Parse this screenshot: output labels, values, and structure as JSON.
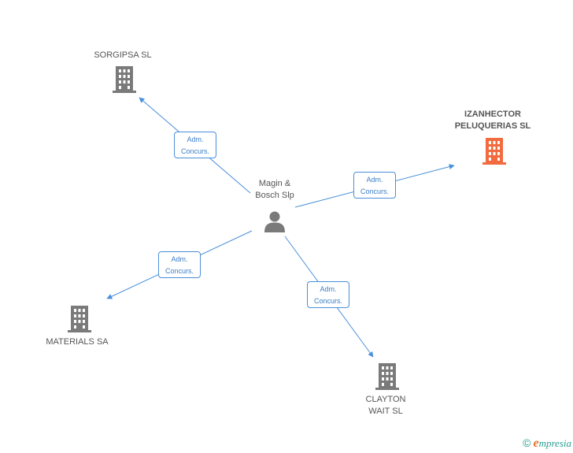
{
  "colors": {
    "edge": "#4a8fd9",
    "building": "#7a7a7a",
    "building_highlight": "#f26a3d",
    "person": "#7a7a7a"
  },
  "center": {
    "name_line1": "Magin &",
    "name_line2": "Bosch Slp",
    "icon": "person-icon"
  },
  "companies": [
    {
      "id": "sorgipsa",
      "name_line1": "SORGIPSA SL",
      "name_line2": "",
      "icon": "building-icon",
      "highlight": false
    },
    {
      "id": "izanhector",
      "name_line1": "IZANHECTOR",
      "name_line2": "PELUQUERIAS SL",
      "icon": "building-icon",
      "highlight": true
    },
    {
      "id": "materials",
      "name_line1": "MATERIALS SA",
      "name_line2": "",
      "icon": "building-icon",
      "highlight": false
    },
    {
      "id": "clayton",
      "name_line1": "CLAYTON",
      "name_line2": "WAIT SL",
      "icon": "building-icon",
      "highlight": false
    }
  ],
  "edges": [
    {
      "to": "sorgipsa",
      "role_line1": "Adm.",
      "role_line2": "Concurs."
    },
    {
      "to": "izanhector",
      "role_line1": "Adm.",
      "role_line2": "Concurs."
    },
    {
      "to": "materials",
      "role_line1": "Adm.",
      "role_line2": "Concurs."
    },
    {
      "to": "clayton",
      "role_line1": "Adm.",
      "role_line2": "Concurs."
    }
  ],
  "footer": {
    "copyright": "©",
    "brand_initial": "e",
    "brand_rest": "mpresia"
  }
}
